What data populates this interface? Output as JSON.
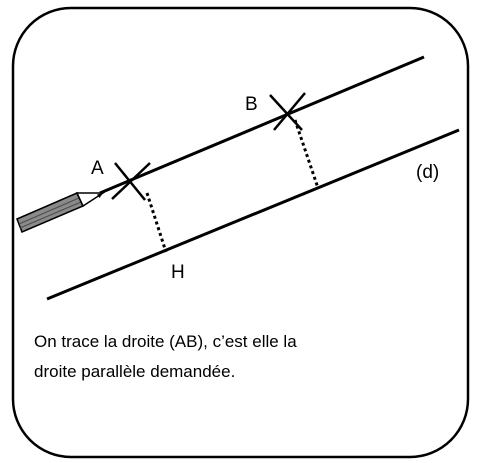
{
  "labels": {
    "point_a": "A",
    "point_b": "B",
    "point_h": "H",
    "line_d": "(d)"
  },
  "caption": {
    "line1": "On trace la droite (AB), c’est elle la",
    "line2": "droite parallèle demandée."
  },
  "colors": {
    "stroke": "#000000",
    "background": "#ffffff",
    "pencil_body": "#8a8a8a",
    "pencil_wood": "#ffffff"
  },
  "icons": {
    "pencil": "pencil-icon"
  }
}
